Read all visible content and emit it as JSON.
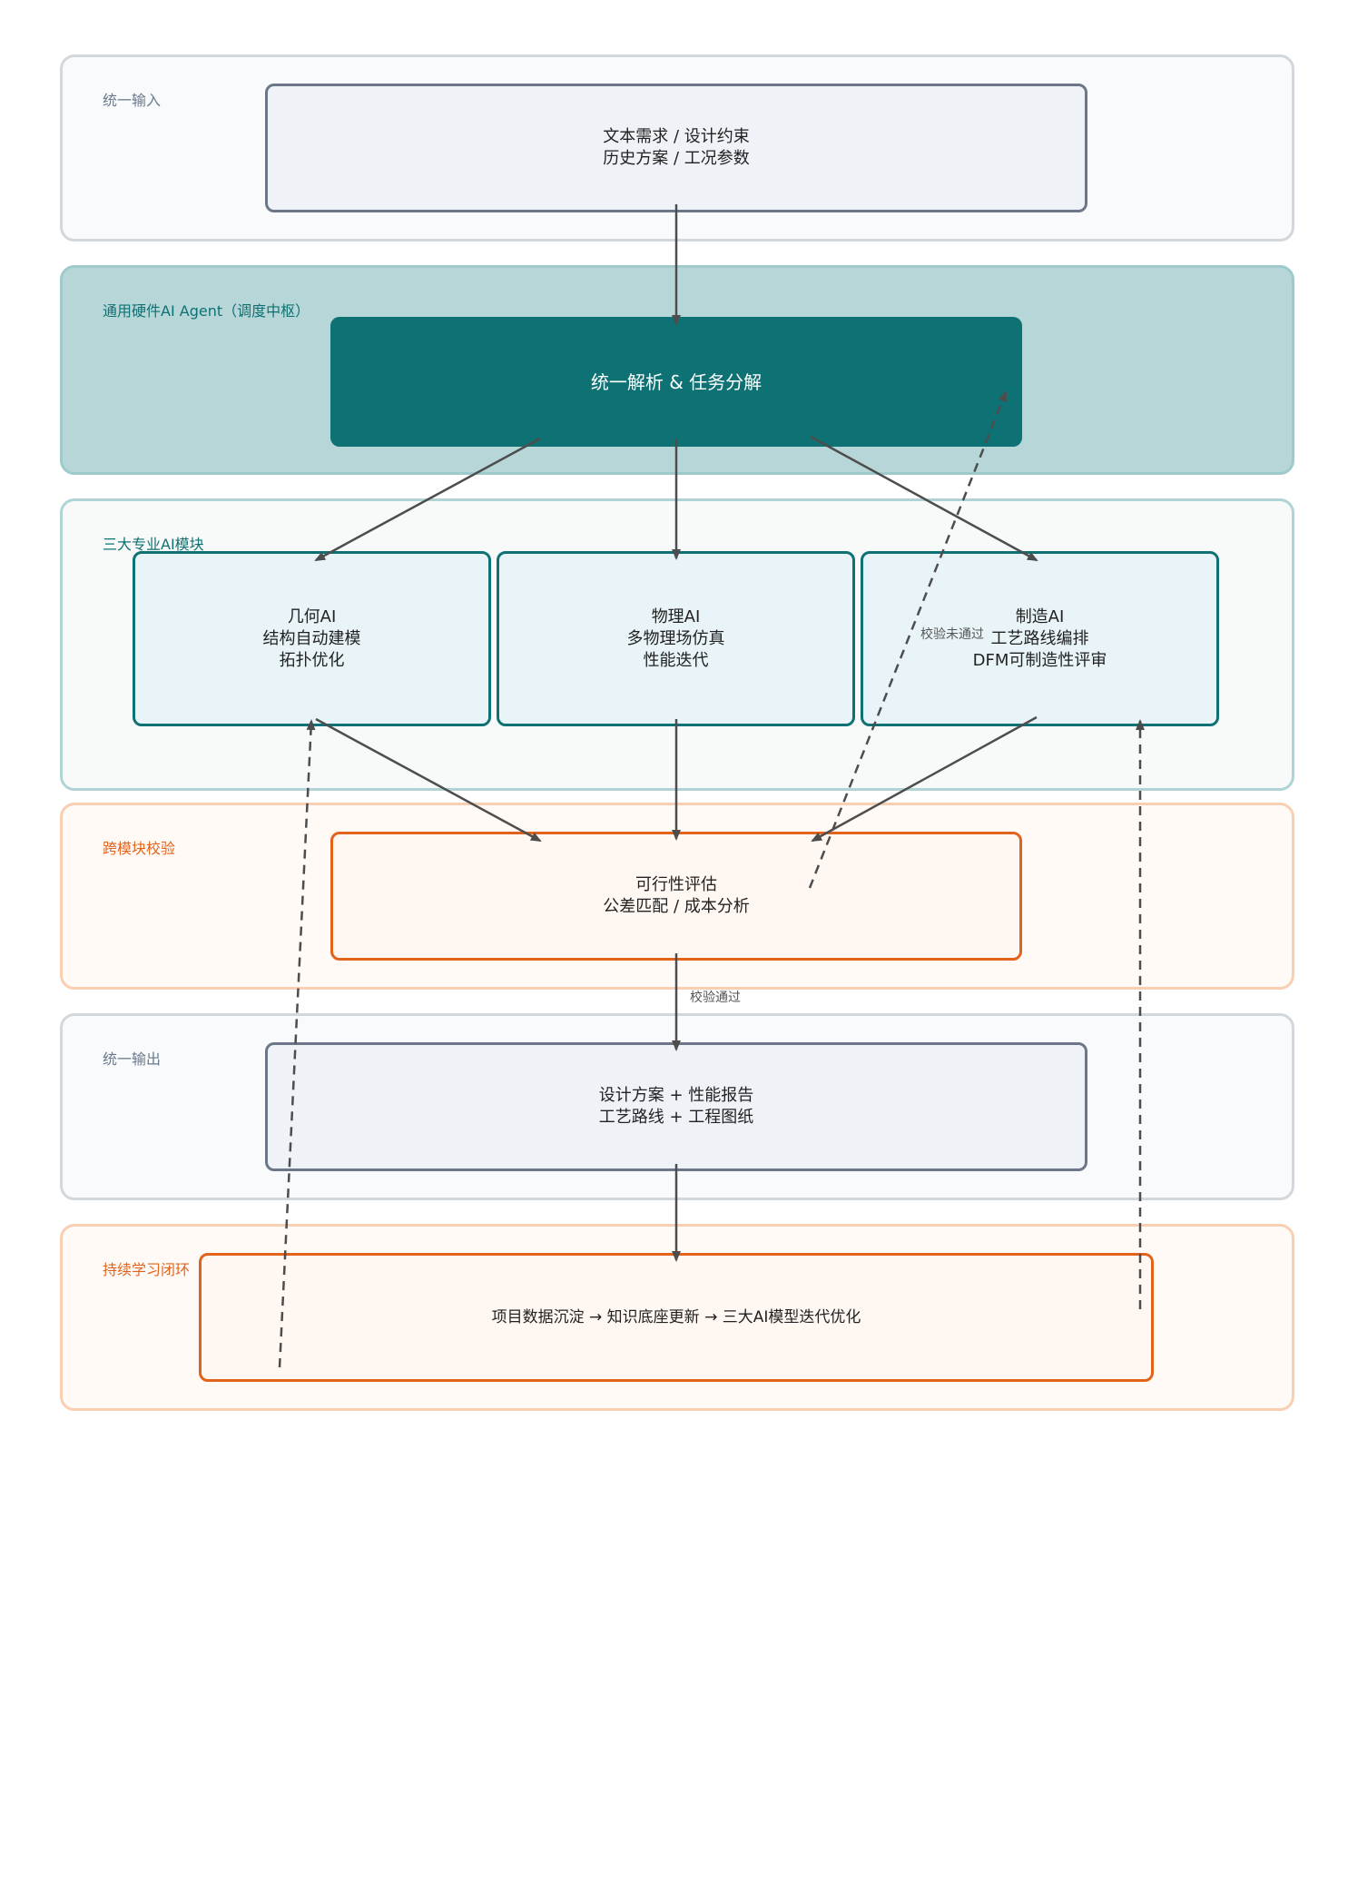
{
  "lanes": {
    "input": "统一输入",
    "agent": "通用硬件AI Agent（调度中枢）",
    "ai_modules": "三大专业AI模块",
    "verify": "跨模块校验",
    "output": "统一输出",
    "learning": "持续学习闭环"
  },
  "nodes": {
    "input": {
      "line1": "文本需求 / 设计约束",
      "line2": "历史方案 / 工况参数"
    },
    "parse": {
      "line1": "统一解析 & 任务分解"
    },
    "geometry": {
      "line1": "几何AI",
      "line2": "结构自动建模",
      "line3": "拓扑优化"
    },
    "physics": {
      "line1": "物理AI",
      "line2": "多物理场仿真",
      "line3": "性能迭代"
    },
    "manufacturing": {
      "line1": "制造AI",
      "line2": "工艺路线编排",
      "line3": "DFM可制造性评审"
    },
    "evaluation": {
      "line1": "可行性评估",
      "line2": "公差匹配 / 成本分析"
    },
    "output": {
      "line1": "设计方案 + 性能报告",
      "line2": "工艺路线 + 工程图纸"
    },
    "learning": {
      "line1": "项目数据沉淀 → 知识底座更新 → 三大AI模型迭代优化"
    }
  },
  "edge_labels": {
    "fail": "校验未通过",
    "pass": "校验通过"
  },
  "colors": {
    "teal": "#0e7173",
    "orange": "#e2631c",
    "gray_border": "#6b7789",
    "arrow": "#4d4d4d"
  }
}
